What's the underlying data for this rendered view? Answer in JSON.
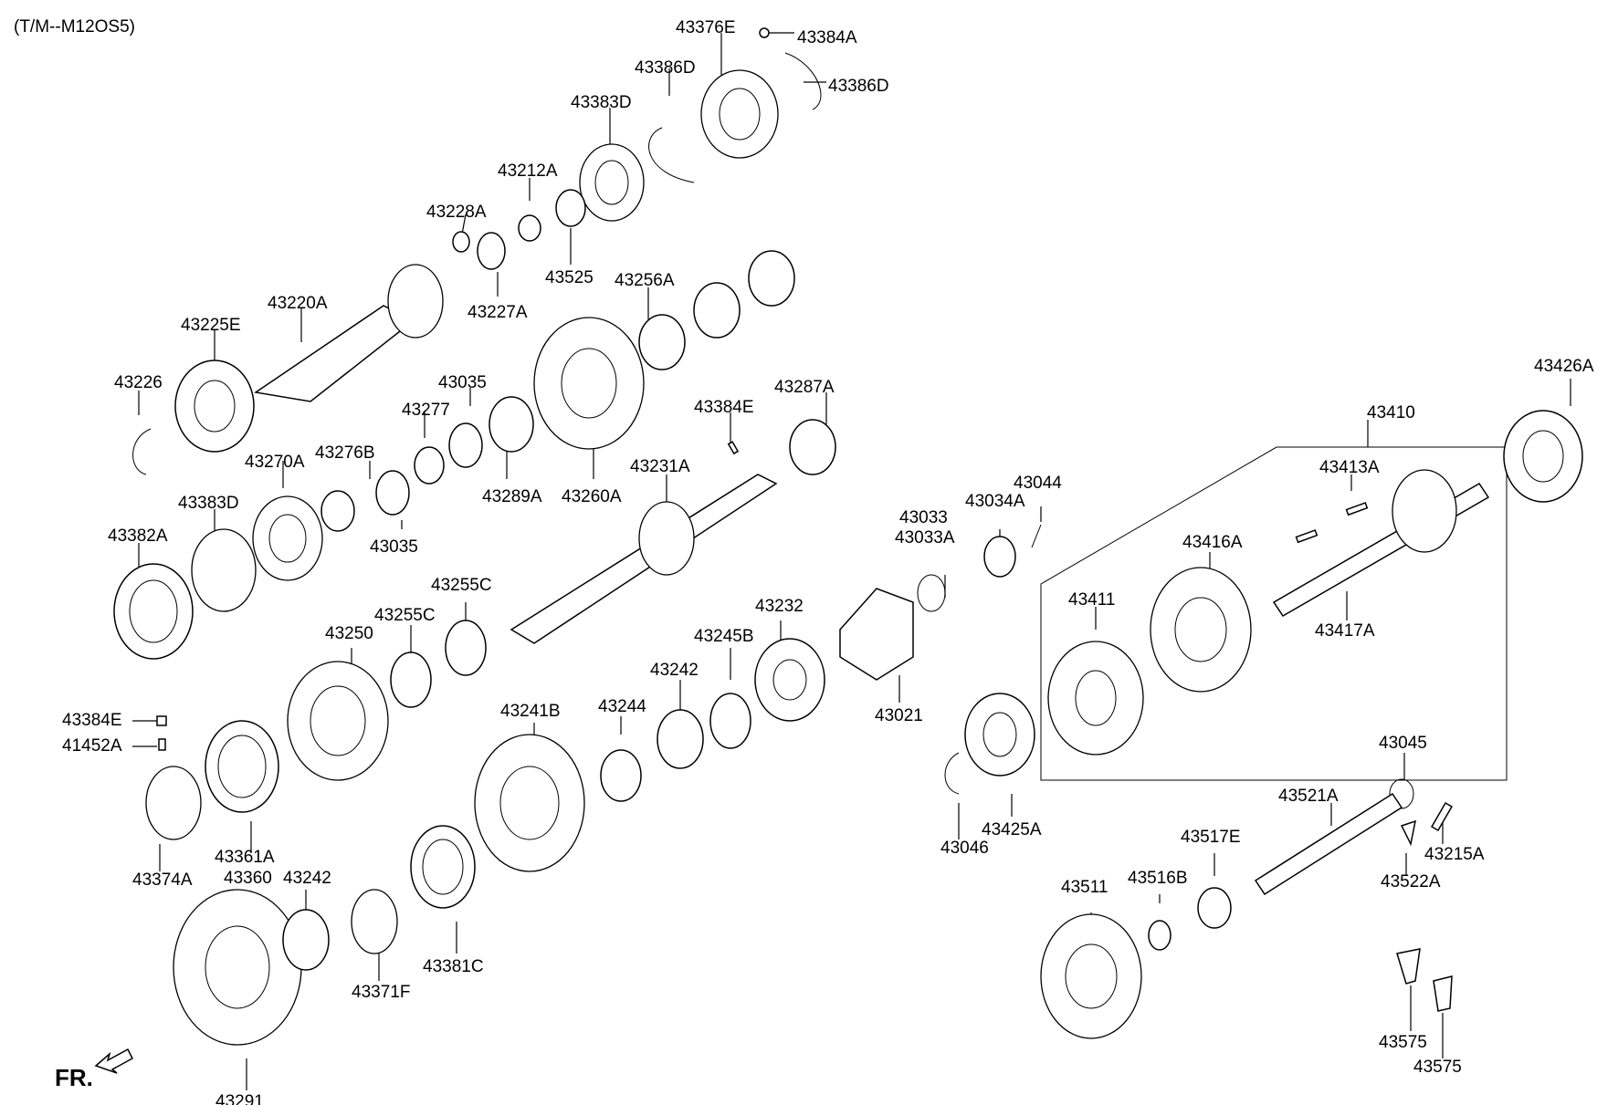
{
  "model_code": "(T/M--M12OS5)",
  "direction_label": "FR.",
  "arrow_icon": "front-direction-arrow-icon",
  "labels": {
    "l43376E": "43376E",
    "l43384A": "43384A",
    "l43386D_top": "43386D",
    "l43386D_right": "43386D",
    "l43383D_top": "43383D",
    "l43212A": "43212A",
    "l43228A": "43228A",
    "l43525": "43525",
    "l43227A": "43227A",
    "l43256A": "43256A",
    "l43220A": "43220A",
    "l43225E": "43225E",
    "l43226": "43226",
    "l43035_top": "43035",
    "l43277": "43277",
    "l43276B": "43276B",
    "l43270A": "43270A",
    "l43289A": "43289A",
    "l43260A": "43260A",
    "l43384E_top": "43384E",
    "l43287A": "43287A",
    "l43231A": "43231A",
    "l43035_bottom": "43035",
    "l43383D_mid": "43383D",
    "l43382A": "43382A",
    "l43255C_a": "43255C",
    "l43255C_b": "43255C",
    "l43250": "43250",
    "l43232": "43232",
    "l43245B": "43245B",
    "l43242_a": "43242",
    "l43244": "43244",
    "l43241B": "43241B",
    "l43021": "43021",
    "l43033": "43033",
    "l43033A": "43033A",
    "l43034A": "43034A",
    "l43044": "43044",
    "l43384E_left": "43384E",
    "l41452A": "41452A",
    "l43361A": "43361A",
    "l43360": "43360",
    "l43374A": "43374A",
    "l43242_b": "43242",
    "l43371F": "43371F",
    "l43381C": "43381C",
    "l43291": "43291",
    "l43426A": "43426A",
    "l43410": "43410",
    "l43413A": "43413A",
    "l43416A": "43416A",
    "l43411": "43411",
    "l43417A": "43417A",
    "l43425A": "43425A",
    "l43046": "43046",
    "l43045": "43045",
    "l43521A": "43521A",
    "l43517E": "43517E",
    "l43215A": "43215A",
    "l43522A": "43522A",
    "l43516B": "43516B",
    "l43511": "43511",
    "l43575_a": "43575",
    "l43575_b": "43575"
  }
}
